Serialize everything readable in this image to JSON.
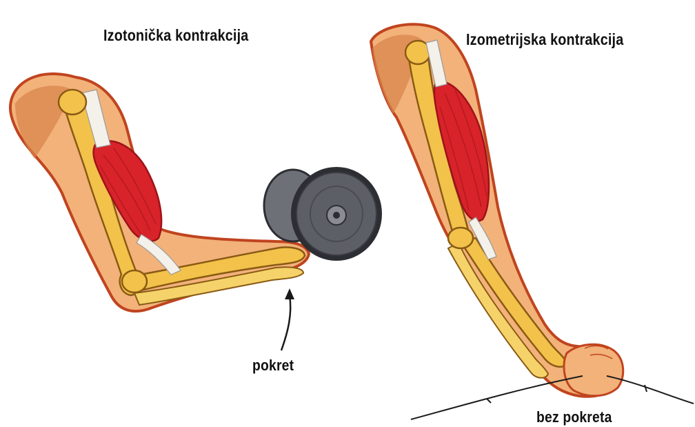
{
  "diagram": {
    "left_panel": {
      "title": "Izotonička kontrakcija",
      "arrow_label": "pokret"
    },
    "right_panel": {
      "title": "Izometrijska kontrakcija",
      "bottom_label": "bez pokreta"
    }
  },
  "colors": {
    "skin": "#f2b27a",
    "skin_shadow": "#d9834a",
    "skin_outline": "#c0441f",
    "bone": "#f2c24a",
    "bone_outline": "#8a5a14",
    "muscle": "#d8232a",
    "muscle_dark": "#9e1218",
    "tendon": "#f4f1ea",
    "dumbbell": "#5d5f66",
    "dumbbell_dark": "#2d2e33",
    "line": "#1a1a1a"
  }
}
